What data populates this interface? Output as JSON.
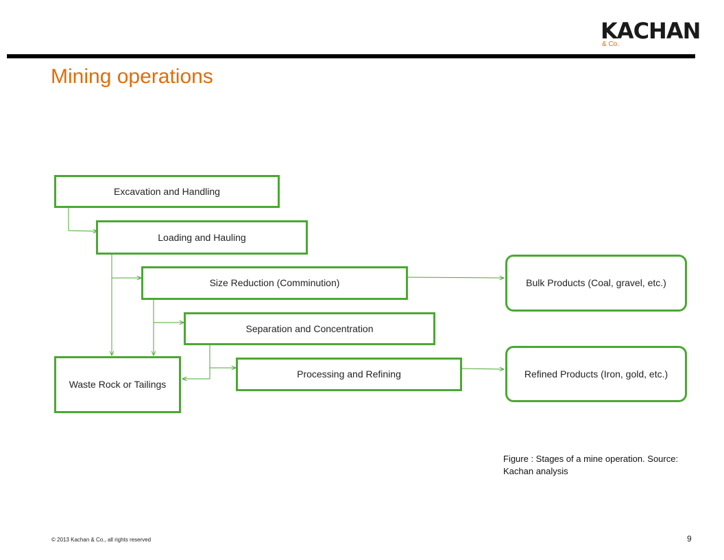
{
  "header": {
    "logo_text": "KACHAN",
    "logo_sub": "& Co.",
    "title": "Mining operations"
  },
  "diagram": {
    "nodes": {
      "excavation": "Excavation and Handling",
      "loading": "Loading and Hauling",
      "size_reduction": "Size Reduction (Comminution)",
      "separation": "Separation and Concentration",
      "processing": "Processing and Refining",
      "waste": "Waste Rock or Tailings",
      "bulk": "Bulk Products (Coal, gravel, etc.)",
      "refined": "Refined Products (Iron, gold, etc.)"
    },
    "edges": [
      {
        "from": "excavation",
        "to": "loading"
      },
      {
        "from": "loading",
        "to": "size_reduction"
      },
      {
        "from": "loading",
        "to": "waste"
      },
      {
        "from": "size_reduction",
        "to": "separation"
      },
      {
        "from": "size_reduction",
        "to": "waste"
      },
      {
        "from": "separation",
        "to": "processing"
      },
      {
        "from": "separation",
        "to": "waste"
      },
      {
        "from": "size_reduction",
        "to": "bulk"
      },
      {
        "from": "processing",
        "to": "refined"
      }
    ],
    "colors": {
      "border": "#4aa832",
      "line": "#4aa832"
    }
  },
  "caption": "Figure : Stages of a mine operation. Source: Kachan analysis",
  "footer": {
    "copyright": "© 2013 Kachan & Co., all rights reserved",
    "page": "9"
  },
  "colors": {
    "accent": "#e36c0a",
    "bar": "#000000"
  }
}
